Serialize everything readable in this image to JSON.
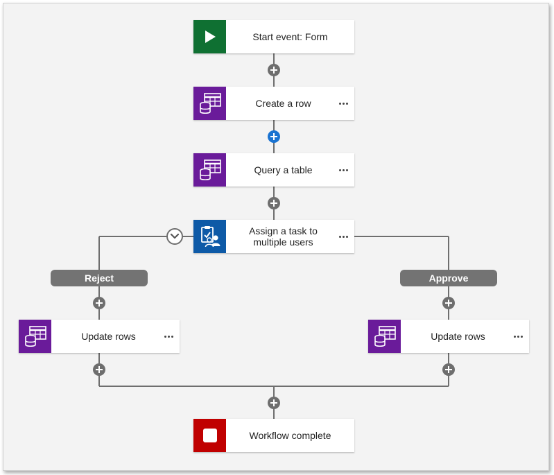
{
  "colors": {
    "start": "#0f7032",
    "data_action": "#6a1b9a",
    "task": "#0e5aa7",
    "end": "#c00000",
    "connector": "#6e6e6e",
    "active_add": "#1a73d1"
  },
  "nodes": {
    "start": {
      "label": "Start event: Form",
      "icon": "play-icon"
    },
    "create_row": {
      "label": "Create a row",
      "icon": "database-table-icon"
    },
    "query_table": {
      "label": "Query a table",
      "icon": "database-table-icon"
    },
    "assign_task": {
      "label": "Assign a task to multiple users",
      "icon": "task-users-icon"
    },
    "update_reject": {
      "label": "Update rows",
      "icon": "database-table-icon"
    },
    "update_approve": {
      "label": "Update rows",
      "icon": "database-table-icon"
    },
    "complete": {
      "label": "Workflow complete",
      "icon": "stop-icon"
    }
  },
  "branches": {
    "reject": "Reject",
    "approve": "Approve"
  }
}
